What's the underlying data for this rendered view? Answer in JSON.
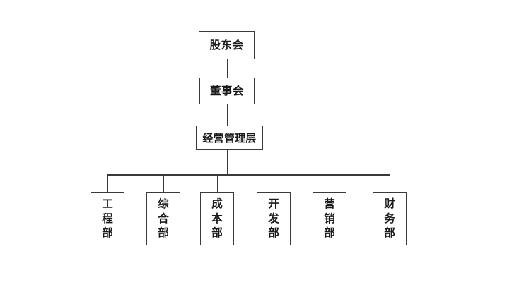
{
  "chart_data": {
    "type": "diagram",
    "subtype": "organizational-chart",
    "title": "",
    "orientation": "top-down",
    "background_color": "#ffffff",
    "line_color": "#3a3a3a",
    "text_color": "#1a1a1a",
    "levels": [
      {
        "level": 1,
        "nodes": [
          {
            "id": "shareholders",
            "label": "股东会",
            "text_orientation": "horizontal"
          }
        ]
      },
      {
        "level": 2,
        "nodes": [
          {
            "id": "board",
            "label": "董事会",
            "text_orientation": "horizontal"
          }
        ]
      },
      {
        "level": 3,
        "nodes": [
          {
            "id": "management",
            "label": "经营管理层",
            "text_orientation": "horizontal"
          }
        ]
      },
      {
        "level": 4,
        "nodes": [
          {
            "id": "engineering",
            "label": "工程部",
            "text_orientation": "vertical"
          },
          {
            "id": "general-affairs",
            "label": "综合部",
            "text_orientation": "vertical"
          },
          {
            "id": "cost",
            "label": "成本部",
            "text_orientation": "vertical"
          },
          {
            "id": "development",
            "label": "开发部",
            "text_orientation": "vertical"
          },
          {
            "id": "marketing",
            "label": "营销部",
            "text_orientation": "vertical"
          },
          {
            "id": "finance",
            "label": "财务部",
            "text_orientation": "vertical"
          }
        ]
      }
    ],
    "edges": [
      {
        "from": "shareholders",
        "to": "board"
      },
      {
        "from": "board",
        "to": "management"
      },
      {
        "from": "management",
        "to": "engineering"
      },
      {
        "from": "management",
        "to": "general-affairs"
      },
      {
        "from": "management",
        "to": "cost"
      },
      {
        "from": "management",
        "to": "development"
      },
      {
        "from": "management",
        "to": "marketing"
      },
      {
        "from": "management",
        "to": "finance"
      }
    ]
  },
  "nodes": {
    "shareholders": {
      "label": "股东会"
    },
    "board": {
      "label": "董事会"
    },
    "management": {
      "label": "经营管理层"
    },
    "engineering": {
      "label": "工程部",
      "chars": [
        "工",
        "程",
        "部"
      ]
    },
    "general_affairs": {
      "label": "综合部",
      "chars": [
        "综",
        "合",
        "部"
      ]
    },
    "cost": {
      "label": "成本部",
      "chars": [
        "成",
        "本",
        "部"
      ]
    },
    "development": {
      "label": "开发部",
      "chars": [
        "开",
        "发",
        "部"
      ]
    },
    "marketing": {
      "label": "营销部",
      "chars": [
        "营",
        "销",
        "部"
      ]
    },
    "finance": {
      "label": "财务部",
      "chars": [
        "财",
        "务",
        "部"
      ]
    }
  }
}
